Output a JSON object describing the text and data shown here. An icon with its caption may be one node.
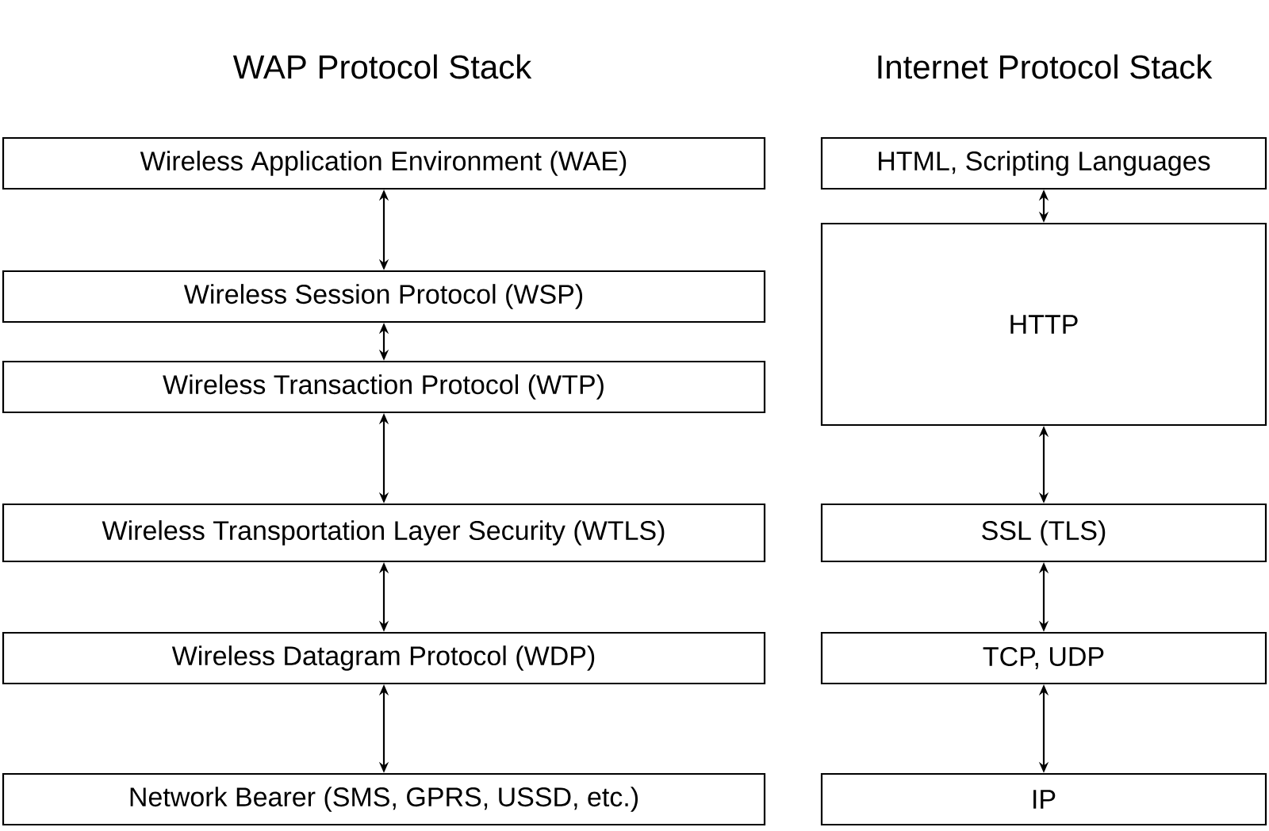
{
  "diagram": {
    "nodes": [
      {
        "text": [
          "Wireless Application Environment (WAE)"
        ]
      },
      {
        "text": [
          "Wireless Session Protocol (WSP)"
        ]
      },
      {
        "text": [
          "Wireless Transaction Protocol (WTP)"
        ]
      },
      {
        "text": [
          "Wireless Transportation Layer Security (WTLS)"
        ]
      },
      {
        "text": [
          "Wireless Datagram Protocol (WDP)"
        ]
      },
      {
        "text": [
          "Network Bearer (SMS, GPRS, USSD, etc.)"
        ]
      },
      {
        "text": [
          "HTML, Scripting Languages"
        ]
      },
      {
        "text": [
          "HTTP"
        ]
      },
      {
        "text": [
          "SSL (TLS)"
        ]
      },
      {
        "text": [
          "TCP, UDP"
        ]
      },
      {
        "text": [
          "IP"
        ]
      }
    ],
    "edges": [
      {
        "from": 0,
        "to": 1,
        "arrow": "both"
      },
      {
        "from": 1,
        "to": 2,
        "arrow": "both"
      },
      {
        "from": 2,
        "to": 3,
        "arrow": "both"
      },
      {
        "from": 3,
        "to": 4,
        "arrow": "both"
      },
      {
        "from": 4,
        "to": 5,
        "arrow": "both"
      },
      {
        "from": 6,
        "to": 7,
        "arrow": "both"
      },
      {
        "from": 7,
        "to": 8,
        "arrow": "both"
      },
      {
        "from": 8,
        "to": 9,
        "arrow": "both"
      },
      {
        "from": 9,
        "to": 10,
        "arrow": "both"
      }
    ],
    "labels": [
      "WAP Protocol Stack",
      "Internet Protocol Stack"
    ]
  }
}
